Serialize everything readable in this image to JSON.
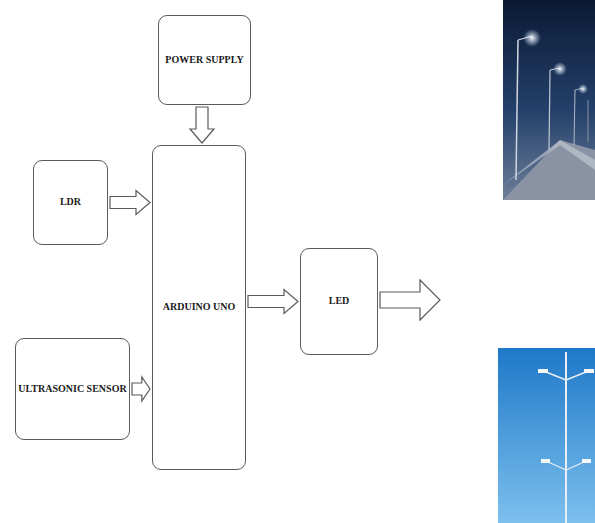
{
  "diagram": {
    "nodes": [
      {
        "text": [
          "POWER SUPPLY"
        ]
      },
      {
        "text": [
          "LDR"
        ]
      },
      {
        "text": [
          "ARDUINO UNO"
        ]
      },
      {
        "text": [
          "ULTRASONIC SENSOR"
        ]
      },
      {
        "text": [
          "LED"
        ]
      }
    ],
    "edges": [
      {
        "from": 0,
        "to": 2,
        "arrow": "to"
      },
      {
        "from": 1,
        "to": 2,
        "arrow": "to"
      },
      {
        "from": 3,
        "to": 2,
        "arrow": "to"
      },
      {
        "from": 2,
        "to": 4,
        "arrow": "to"
      }
    ]
  }
}
